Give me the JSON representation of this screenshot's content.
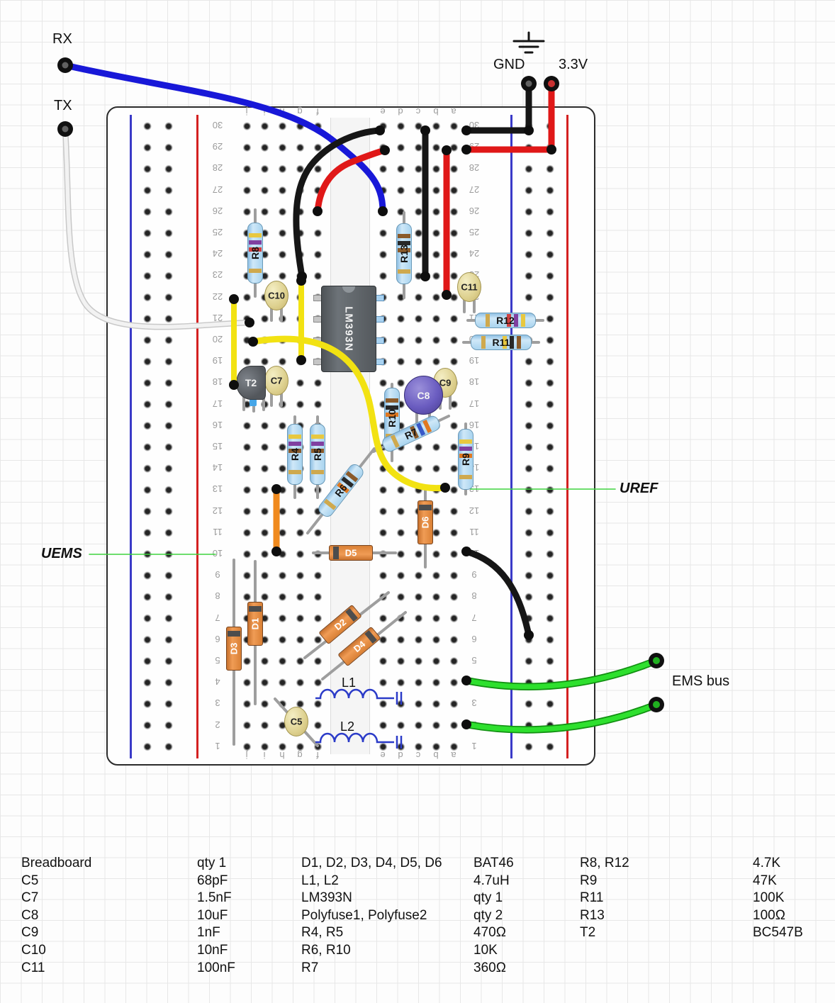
{
  "labels": {
    "rx": "RX",
    "tx": "TX",
    "gnd": "GND",
    "v33": "3.3V",
    "uref": "UREF",
    "uems": "UEMS",
    "ems_bus": "EMS bus"
  },
  "board": {
    "column_letters": [
      "j",
      "i",
      "h",
      "g",
      "f",
      "e",
      "d",
      "c",
      "b",
      "a"
    ],
    "row_max": 30,
    "row_min": 1
  },
  "component_labels": {
    "r4": "R4",
    "r5": "R5",
    "r6": "R6",
    "r7": "R7",
    "r8": "R8",
    "r9": "R9",
    "r10": "R10",
    "r11": "R11",
    "r12": "R12",
    "r13": "R13",
    "c5": "C5",
    "c7": "C7",
    "c8": "C8",
    "c9": "C9",
    "c10": "C10",
    "c11": "C11",
    "d1": "D1",
    "d2": "D2",
    "d3": "D3",
    "d4": "D4",
    "d5": "D5",
    "d6": "D6",
    "l1": "L1",
    "l2": "L2",
    "t2": "T2",
    "ic": "LM393N"
  },
  "colors": {
    "wire_blue": "#1818d8",
    "wire_red": "#e01818",
    "wire_black": "#161616",
    "wire_yellow": "#f2e212",
    "wire_orange": "#f08a1e",
    "wire_green": "#2ee02e",
    "wire_white": "#f2f2f2",
    "rail_red": "#d42020",
    "rail_blue": "#3a3ac8"
  },
  "parts_list": {
    "rows": [
      [
        "Breadboard",
        "qty 1",
        "D1, D2, D3, D4, D5, D6",
        "BAT46",
        "R8, R12",
        "4.7K"
      ],
      [
        "C5",
        "68pF",
        "L1, L2",
        "4.7uH",
        "R9",
        "47K"
      ],
      [
        "C7",
        "1.5nF",
        "LM393N",
        "qty 1",
        "R11",
        "100K"
      ],
      [
        "C8",
        "10uF",
        "Polyfuse1, Polyfuse2",
        "qty 2",
        "R13",
        "100Ω"
      ],
      [
        "C9",
        "1nF",
        "R4, R5",
        "470Ω",
        "T2",
        "BC547B"
      ],
      [
        "C10",
        "10nF",
        "R6, R10",
        "10K",
        "",
        ""
      ],
      [
        "C11",
        "100nF",
        "R7",
        "360Ω",
        "",
        ""
      ]
    ]
  }
}
